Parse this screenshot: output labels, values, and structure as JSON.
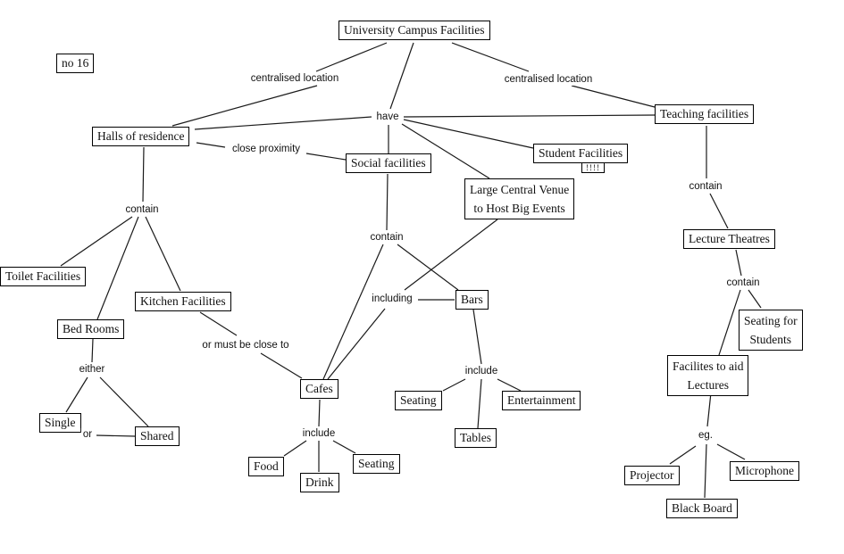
{
  "title": "University Campus Facilities",
  "concepts": {
    "root": "University Campus Facilities",
    "no16": "no 16",
    "halls": "Halls of residence",
    "teaching": "Teaching facilities",
    "social": "Social facilities",
    "student": "Student Facilities",
    "student_note": "!!!!",
    "venue": [
      "Large Central Venue",
      "to Host Big Events"
    ],
    "toilet": "Toilet Facilities",
    "kitchen": "Kitchen Facilities",
    "bedrooms": "Bed Rooms",
    "single": "Single",
    "shared": "Shared",
    "cafes": "Cafes",
    "food": "Food",
    "drink": "Drink",
    "cafe_seating": "Seating",
    "bars": "Bars",
    "bar_seating": "Seating",
    "tables": "Tables",
    "entertainment": "Entertainment",
    "lecture_theatres": "Lecture Theatres",
    "seating_students": [
      "Seating for",
      "Students"
    ],
    "aid_lectures": [
      "Facilites to aid",
      "Lectures"
    ],
    "projector": "Projector",
    "blackboard": "Black Board",
    "microphone": "Microphone"
  },
  "links": {
    "centralised_left": "centralised location",
    "centralised_right": "centralised location",
    "have": "have",
    "close_proximity": "close proximity",
    "halls_contain": "contain",
    "either": "either",
    "or": "or",
    "must_be_close": "or must be close to",
    "social_contain": "contain",
    "including": "including",
    "cafe_include": "include",
    "bar_include": "include",
    "teaching_contain": "contain",
    "theatre_contain": "contain",
    "eg": "eg."
  }
}
